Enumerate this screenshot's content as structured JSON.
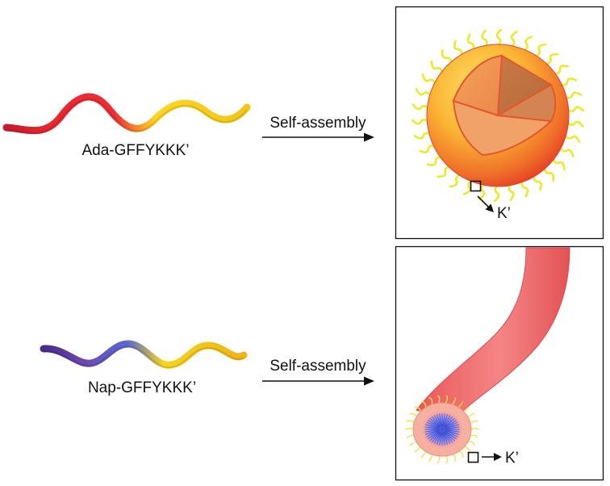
{
  "rows": [
    {
      "peptide_label": "Ada-GFFYKKK’",
      "process_label": "Self-assembly",
      "structure": "sphere",
      "residue_label": "K’",
      "colors": {
        "ribbon_start": "#e0262e",
        "ribbon_end": "#ffe227"
      }
    },
    {
      "peptide_label": "Nap-GFFYKKK’",
      "process_label": "Self-assembly",
      "structure": "fiber",
      "residue_label": "K’",
      "colors": {
        "ribbon_start": "#4b2d8f",
        "ribbon_end": "#ffe227"
      }
    }
  ],
  "colors": {
    "sphere_surface": "#f7a52a",
    "sphere_edge": "#e83a25",
    "fiber_body": "#f06a68",
    "fiber_core": "#5360d8",
    "ligand": "#f0ec2a",
    "frame": "#111111"
  }
}
